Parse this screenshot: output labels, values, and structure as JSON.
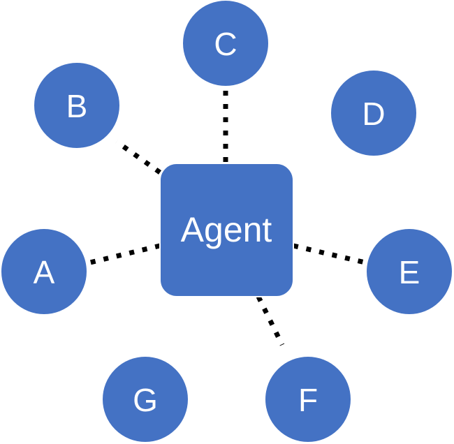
{
  "diagram": {
    "center": {
      "label": "Agent"
    },
    "nodes": [
      {
        "id": "A",
        "label": "A",
        "connected": true
      },
      {
        "id": "B",
        "label": "B",
        "connected": true
      },
      {
        "id": "C",
        "label": "C",
        "connected": true
      },
      {
        "id": "D",
        "label": "D",
        "connected": false
      },
      {
        "id": "E",
        "label": "E",
        "connected": true
      },
      {
        "id": "F",
        "label": "F",
        "connected": true
      },
      {
        "id": "G",
        "label": "G",
        "connected": false
      }
    ],
    "colors": {
      "fill": "#4472c4",
      "text": "#ffffff",
      "connector": "#000000",
      "background": "#ffffff"
    }
  }
}
